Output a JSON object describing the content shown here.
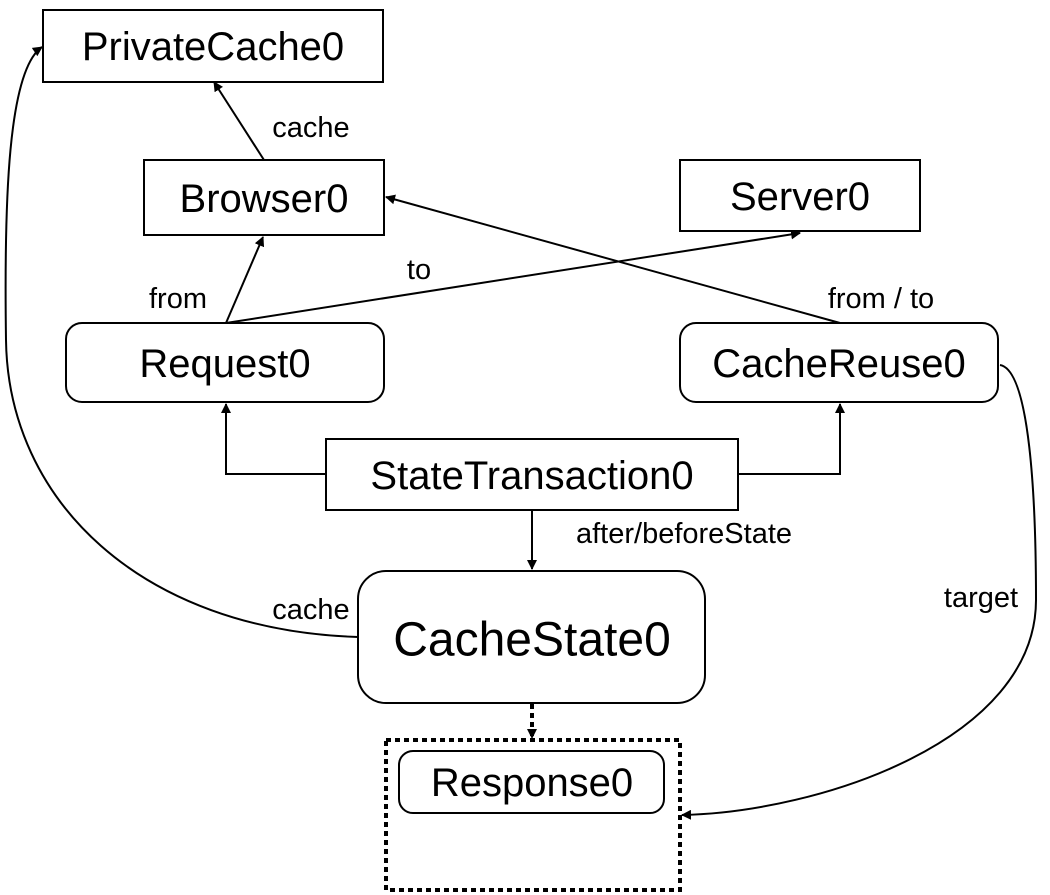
{
  "nodes": {
    "private_cache": "PrivateCache0",
    "browser": "Browser0",
    "server": "Server0",
    "request": "Request0",
    "cache_reuse": "CacheReuse0",
    "state_transaction": "StateTransaction0",
    "cache_state": "CacheState0",
    "response": "Response0"
  },
  "edges": {
    "browser_cache": "cache",
    "request_to": "to",
    "request_from": "from",
    "cache_reuse_from_to": "from / to",
    "state_after_before": "after/beforeState",
    "cache_state_cache": "cache",
    "cache_reuse_target": "target"
  }
}
